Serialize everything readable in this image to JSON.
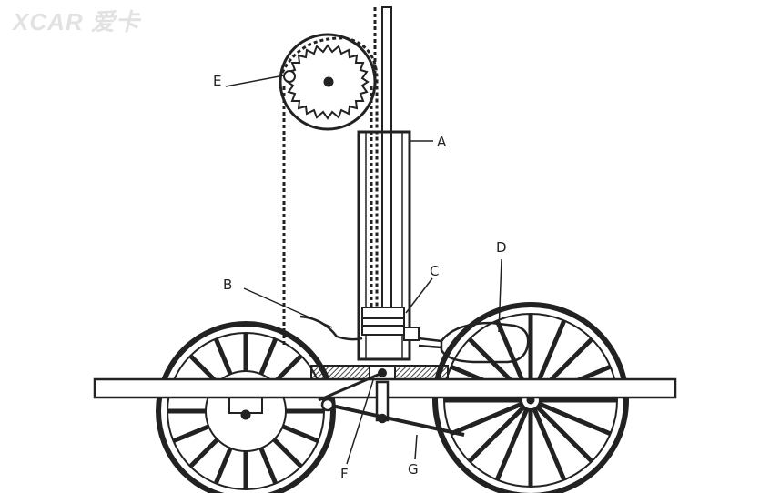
{
  "watermark": {
    "text": "XCAR 爱卡"
  },
  "labels": {
    "A": "A",
    "B": "B",
    "C": "C",
    "D": "D",
    "E": "E",
    "F": "F",
    "G": "G"
  },
  "colors": {
    "ink": "#222222",
    "hatch": "#555555",
    "paper": "#ffffff"
  }
}
